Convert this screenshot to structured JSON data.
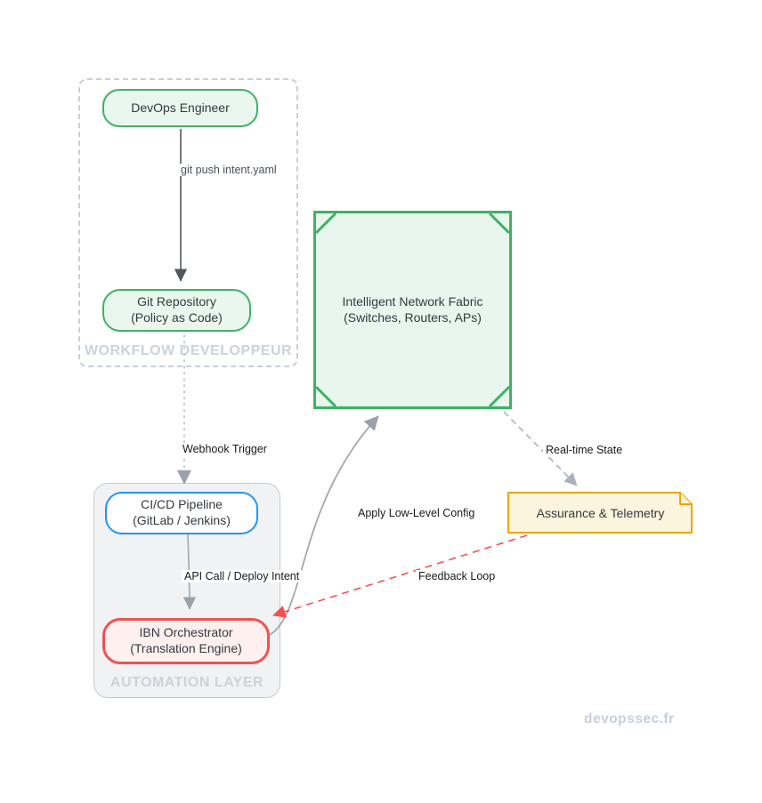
{
  "diagram": {
    "groups": {
      "workflow": {
        "label": "WORKFLOW DEVELOPPEUR"
      },
      "automation": {
        "label": "AUTOMATION LAYER"
      }
    },
    "nodes": {
      "devops": {
        "label": "DevOps Engineer"
      },
      "git": {
        "line1": "Git Repository",
        "line2": "(Policy as Code)"
      },
      "fabric": {
        "line1": "Intelligent Network Fabric",
        "line2": "(Switches, Routers, APs)"
      },
      "cicd": {
        "line1": "CI/CD Pipeline",
        "line2": "(GitLab / Jenkins)"
      },
      "ibn": {
        "line1": "IBN Orchestrator",
        "line2": "(Translation Engine)"
      },
      "assurance": {
        "label": "Assurance & Telemetry"
      }
    },
    "edges": {
      "git_push": {
        "label": "git push intent.yaml",
        "style": "solid",
        "color": "#50575e"
      },
      "webhook": {
        "label": "Webhook Trigger",
        "style": "dotted",
        "color": "#bfc5cc"
      },
      "api_call": {
        "label": "API Call / Deploy Intent",
        "style": "solid",
        "color": "#a2a9b0"
      },
      "apply_config": {
        "label": "Apply Low-Level Config",
        "style": "solid-curve",
        "color": "#a2a9b0"
      },
      "realtime": {
        "label": "Real-time State",
        "style": "dashed",
        "color": "#abb1b9"
      },
      "feedback": {
        "label": "Feedback Loop",
        "style": "dashed",
        "color": "#ef5350"
      }
    },
    "colors": {
      "green_border": "#3eb264",
      "green_fill": "#eaf7ee",
      "blue_border": "#2196f3",
      "red_border": "#ef5350",
      "red_fill": "#fdf0ee",
      "amber_border": "#f0a30a",
      "amber_fill": "#fcf5dd",
      "container_fill": "#f1f2f4",
      "container_border": "#c6cbd1",
      "group_label_gray": "#ccd2d9",
      "dark_arrow": "#50575e",
      "gray_arrow": "#a2a9b0"
    },
    "watermark": "devopssec.fr"
  }
}
